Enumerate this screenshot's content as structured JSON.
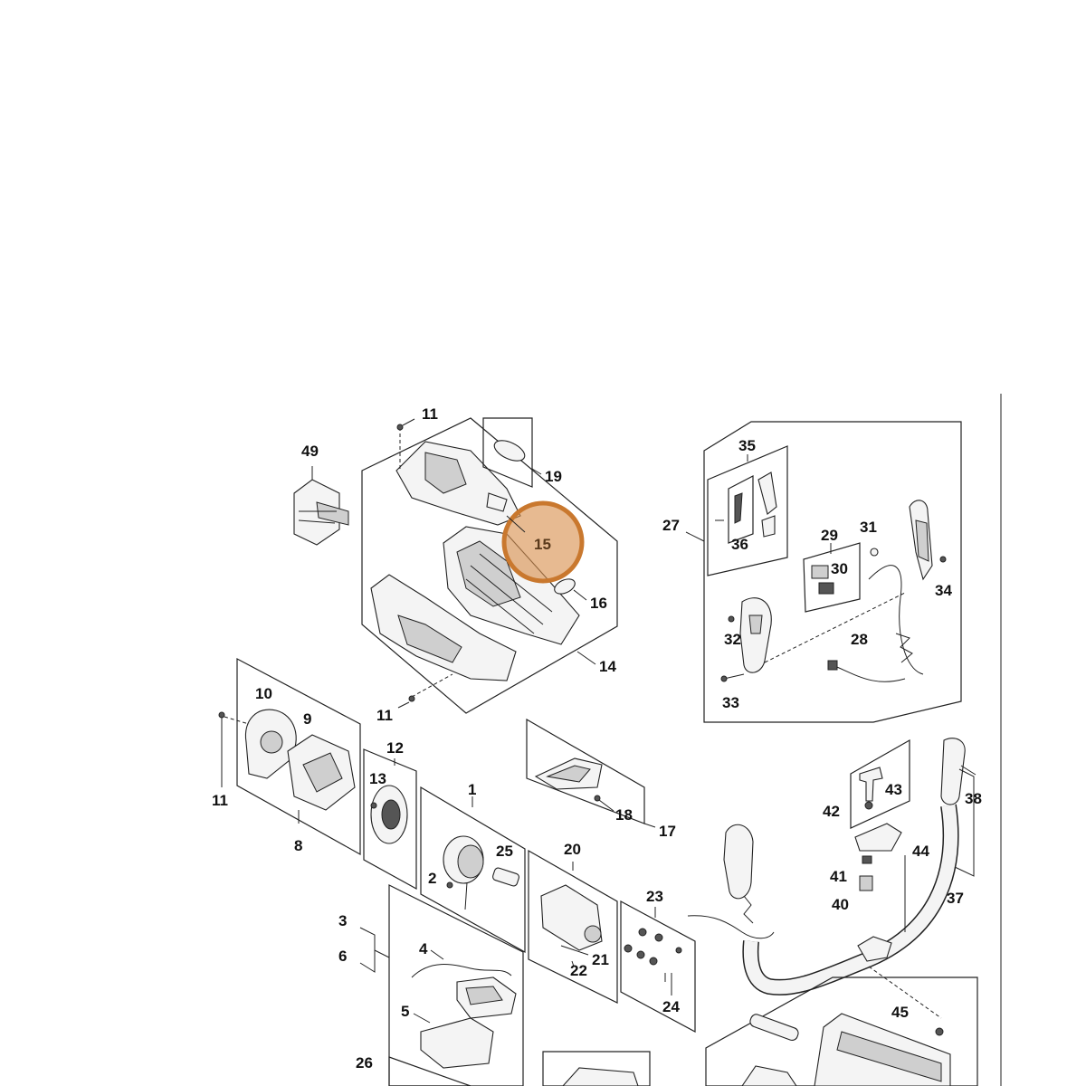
{
  "diagram": {
    "highlight_color": "#d98f4e",
    "highlighted_label": "15",
    "callouts": {
      "c1": "1",
      "c2": "2",
      "c3": "3",
      "c4": "4",
      "c5": "5",
      "c6": "6",
      "c8": "8",
      "c9": "9",
      "c10": "10",
      "c11a": "11",
      "c11b": "11",
      "c11c": "11",
      "c12": "12",
      "c13": "13",
      "c14": "14",
      "c15": "15",
      "c16": "16",
      "c17": "17",
      "c18": "18",
      "c19": "19",
      "c20": "20",
      "c21": "21",
      "c22": "22",
      "c23": "23",
      "c24": "24",
      "c25": "25",
      "c26": "26",
      "c27": "27",
      "c28": "28",
      "c29": "29",
      "c30": "30",
      "c31": "31",
      "c32": "32",
      "c33": "33",
      "c34": "34",
      "c35": "35",
      "c36": "36",
      "c37": "37",
      "c38": "38",
      "c40": "40",
      "c41": "41",
      "c42": "42",
      "c43": "43",
      "c44": "44",
      "c45": "45",
      "c49": "49"
    }
  }
}
